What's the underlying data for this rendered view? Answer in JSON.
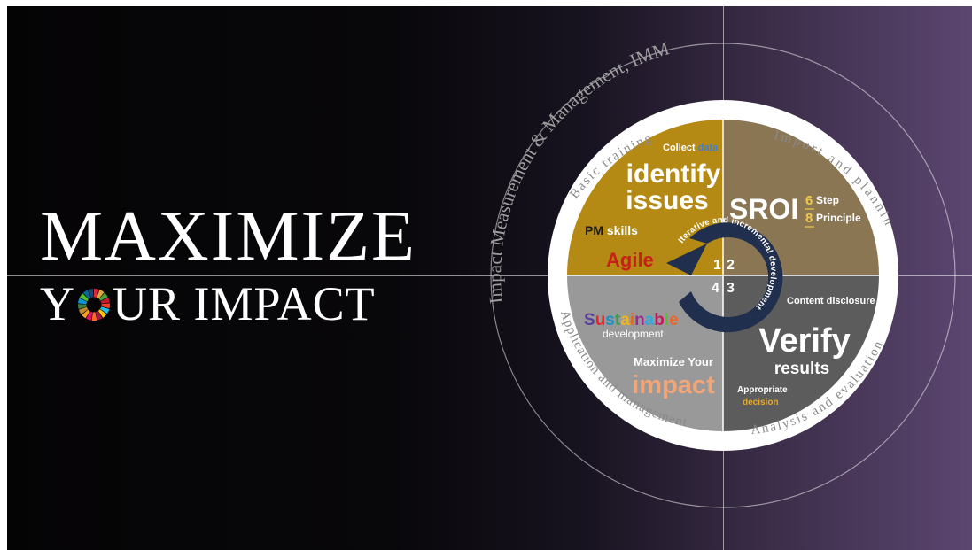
{
  "headline": {
    "line1": "MAXIMIZE",
    "line2_y": "Y",
    "line2_rest": "UR IMPACT"
  },
  "outer_arc_text": "Impact Measurement & Management, IMM",
  "ring_labels": {
    "top_left": "Basic training",
    "top_right": "Import and planning",
    "bottom_left": "Application and management",
    "bottom_right": "Analysis and evaluation"
  },
  "quadrants": {
    "q1": {
      "collect": "Collect",
      "data": "data",
      "identify": "identify",
      "issues": "issues",
      "pm": "PM",
      "skills": "skills",
      "agile": "Agile"
    },
    "q2": {
      "sroi": "SROI",
      "num6": "6",
      "step": "Step",
      "num8": "8",
      "principle": "Principle"
    },
    "q3": {
      "sustainable": "Sustainable",
      "development": "development",
      "maximize_your": "Maximize Your",
      "impact": "impact"
    },
    "q4": {
      "content_disclosure": "Content disclosure",
      "verify": "Verify",
      "results": "results",
      "appropriate": "Appropriate",
      "decision": "decision"
    }
  },
  "center": {
    "cycle_text": "Iterative and incremental development",
    "n1": "1",
    "n2": "2",
    "n3": "3",
    "n4": "4"
  },
  "colors": {
    "q1": "#b58a14",
    "q2": "#8b7653",
    "q3": "#999999",
    "q4": "#5c5c5c",
    "agile": "#c9201a",
    "data": "#3d7fd1",
    "impact": "#f0a679",
    "decision": "#e9a92a",
    "navy": "#1f2f4d",
    "sustainable_letters": [
      "#5a3f9b",
      "#e9262a",
      "#1a8fc2",
      "#3a9e4c",
      "#f0b61e",
      "#e56a1d",
      "#9a2c8f",
      "#31a8d8",
      "#c4195f",
      "#6bb43f",
      "#e8692b"
    ]
  }
}
